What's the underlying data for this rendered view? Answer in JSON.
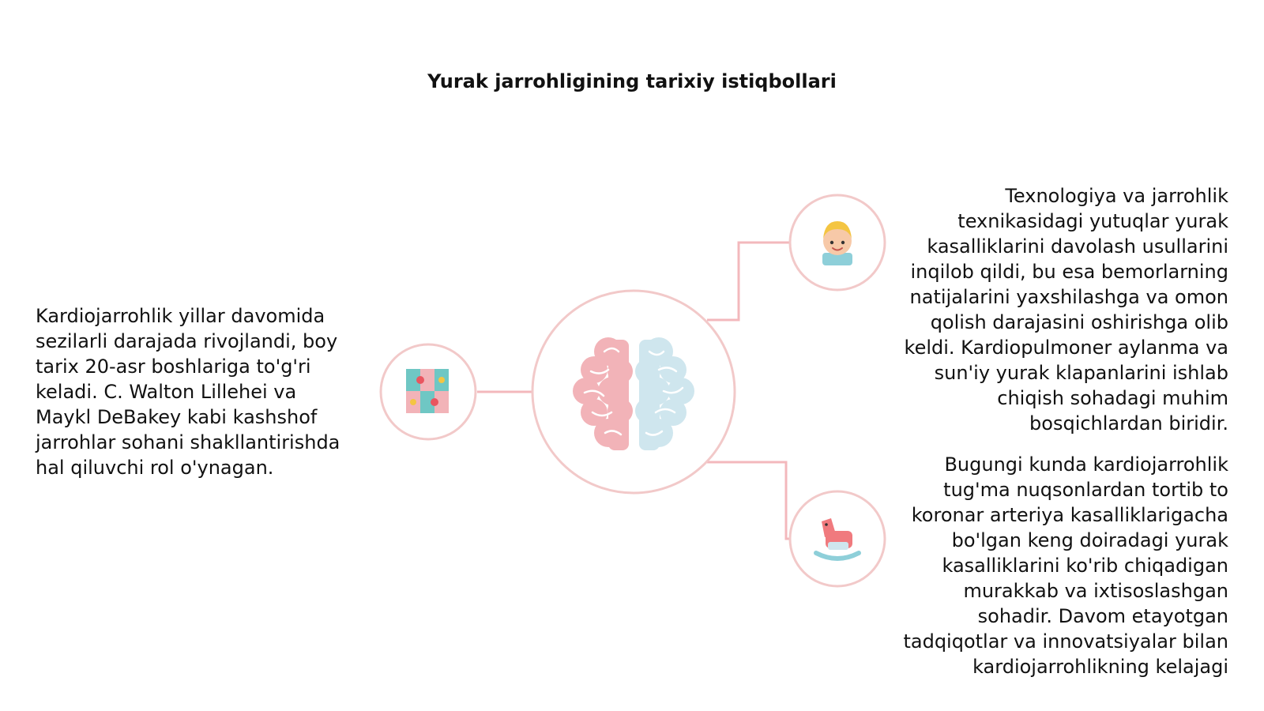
{
  "title": "Yurak jarrohligining tarixiy istiqbollari",
  "colors": {
    "ring": "#f2c9c9",
    "connector": "#f3b8bc",
    "brain_left": "#f2b3b8",
    "brain_right": "#cfe6ee",
    "text": "#111111"
  },
  "center": {
    "icon": "brain-icon"
  },
  "nodes": [
    {
      "icon": "puzzle-icon",
      "text": "Kardiojarrohlik yillar davomida sezilarli darajada rivojlandi, boy tarix 20-asr boshlariga to'g'ri keladi. C. Walton Lillehei va Maykl DeBakey kabi kashshof jarrohlar sohani shakllantirishda hal qiluvchi rol o'ynagan."
    },
    {
      "icon": "child-face-icon",
      "text": "Texnologiya va jarrohlik texnikasidagi yutuqlar yurak kasalliklarini davolash usullarini inqilob qildi, bu esa bemorlarning natijalarini yaxshilashga va omon qolish darajasini oshirishga olib keldi. Kardiopulmoner aylanma va sun'iy yurak klapanlarini ishlab chiqish sohadagi muhim bosqichlardan biridir."
    },
    {
      "icon": "rocking-horse-icon",
      "text": "Bugungi kunda kardiojarrohlik tug'ma nuqsonlardan tortib to koronar arteriya kasalliklarigacha bo'lgan keng doiradagi yurak kasalliklarini ko'rib chiqadigan murakkab va ixtisoslashgan sohadir. Davom etayotgan tadqiqotlar va innovatsiyalar bilan kardiojarrohlikning kelajagi"
    }
  ]
}
